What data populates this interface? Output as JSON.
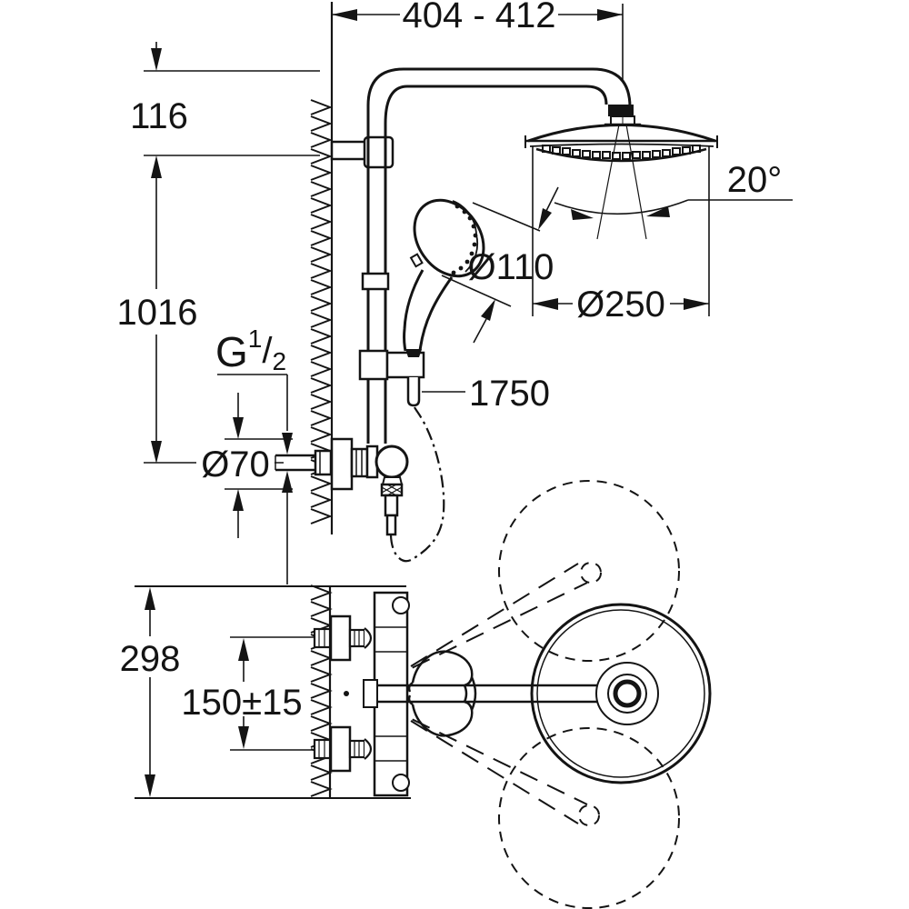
{
  "drawing": {
    "kind": "shower-system-dimension-drawing",
    "dims": {
      "top_width": "404 - 412",
      "top_offset": "116",
      "rail_height": "1016",
      "thread_letter": "G",
      "thread_numerator": "1",
      "thread_slash": "/",
      "thread_denominator": "2",
      "escutcheon_diameter": "Ø70",
      "handshower_diameter": "Ø110",
      "headshower_diameter": "Ø250",
      "spray_angle": "20°",
      "hose_length": "1750",
      "mount_depth": "298",
      "inlet_spacing": "150±15"
    }
  }
}
